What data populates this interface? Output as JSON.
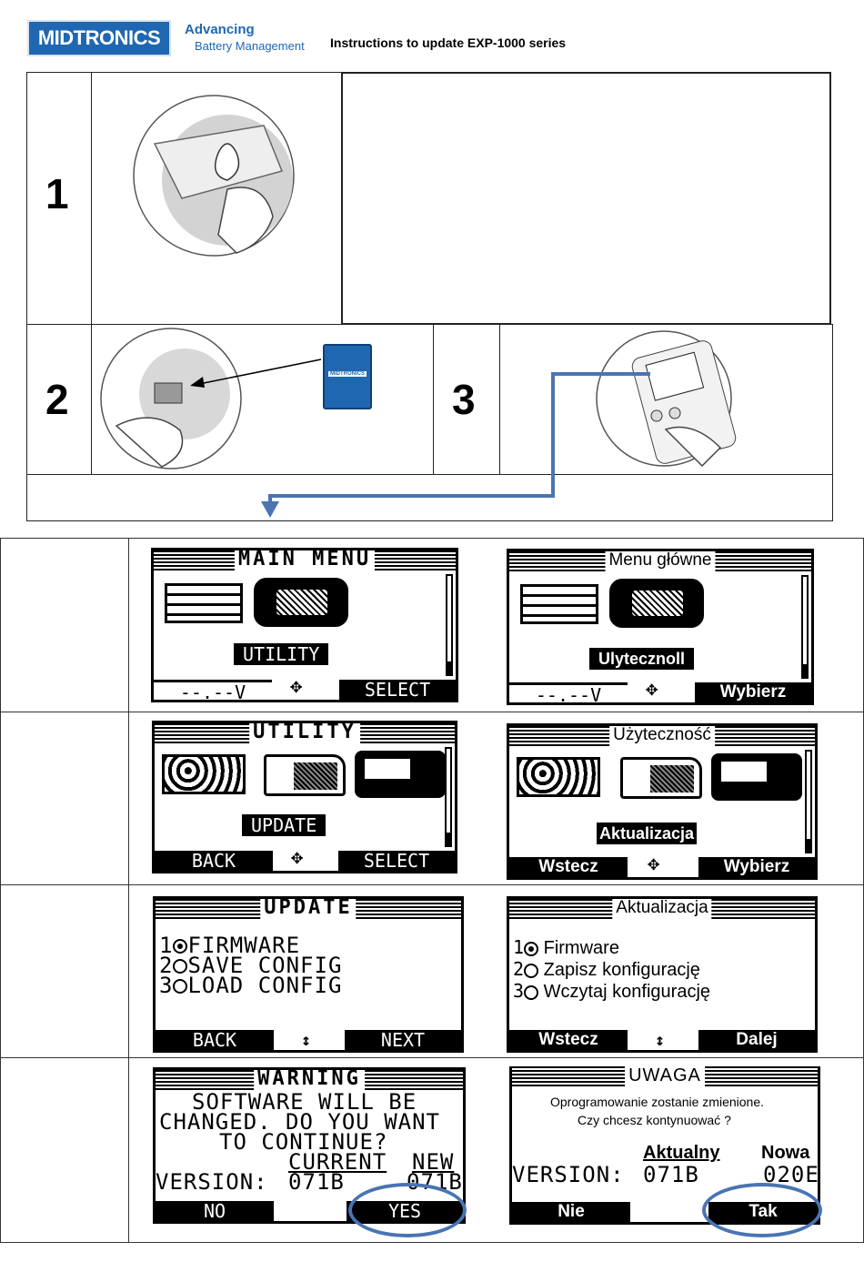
{
  "header": {
    "logo": "MIDTRONICS",
    "tagline_1": "Advancing",
    "tagline_2": "Battery Management",
    "title": "Instructions to update EXP-1000 series"
  },
  "steps": [
    "1",
    "2",
    "3"
  ],
  "sd_card_label": "MIDTRONICS",
  "screens": {
    "main_en": {
      "title": "MAIN MENU",
      "selected": "UTILITY",
      "left": "--.--V",
      "right": "SELECT"
    },
    "main_pl": {
      "title": "Menu główne",
      "selected": "Ulytecznoll",
      "left": "--.--V",
      "right": "Wybierz"
    },
    "utility_en": {
      "title": "UTILITY",
      "selected": "UPDATE",
      "left": "BACK",
      "right": "SELECT"
    },
    "utility_pl": {
      "title": "Użyteczność",
      "selected": "Aktualizacja",
      "left": "Wstecz",
      "right": "Wybierz"
    },
    "update_en": {
      "title": "UPDATE",
      "options": [
        "FIRMWARE",
        "SAVE CONFIG",
        "LOAD CONFIG"
      ],
      "left": "BACK",
      "right": "NEXT"
    },
    "update_pl": {
      "title": "Aktualizacja",
      "options": [
        "Firmware",
        "Zapisz konfigurację",
        "Wczytaj konfigurację"
      ],
      "left": "Wstecz",
      "right": "Dalej"
    },
    "warning_en": {
      "title": "WARNING",
      "line1": "SOFTWARE WILL BE",
      "line2": "CHANGED. DO YOU WANT",
      "line3": "TO CONTINUE?",
      "current": "CURRENT",
      "new": "NEW",
      "version_label": "VERSION:",
      "current_ver": "071B",
      "new_ver": "071B",
      "left": "NO",
      "right": "YES"
    },
    "warning_pl": {
      "title": "UWAGA",
      "line1": "Oprogramowanie zostanie zmienione.",
      "line2": "Czy chcesz kontynuować ?",
      "current": "Aktualny",
      "new": "Nowa",
      "version_label": "VERSION:",
      "current_ver": "071B",
      "new_ver": "020E",
      "left": "Nie",
      "right": "Tak"
    }
  },
  "colors": {
    "brand": "#1f67b1",
    "arrow": "#4a74b3"
  }
}
